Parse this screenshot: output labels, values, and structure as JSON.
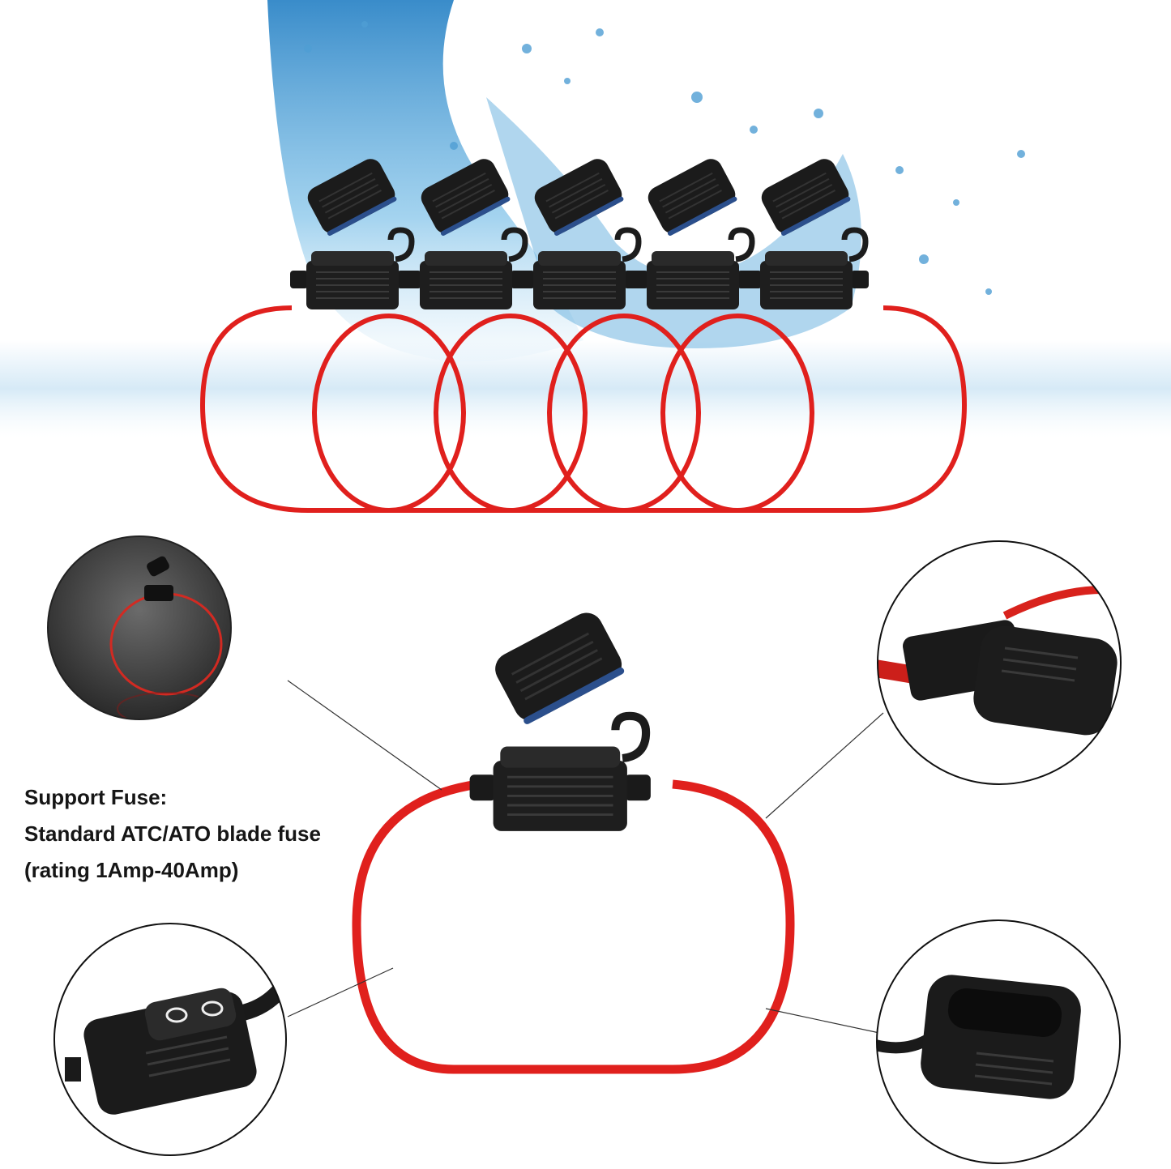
{
  "caption": {
    "line1": "Support Fuse:",
    "line2": "Standard ATC/ATO blade fuse",
    "line3": "(rating 1Amp-40Amp)"
  },
  "colors": {
    "wire": "#e0201d",
    "holder": "#1c1c1c",
    "water": "#5aa6d6",
    "background": "#ffffff"
  }
}
